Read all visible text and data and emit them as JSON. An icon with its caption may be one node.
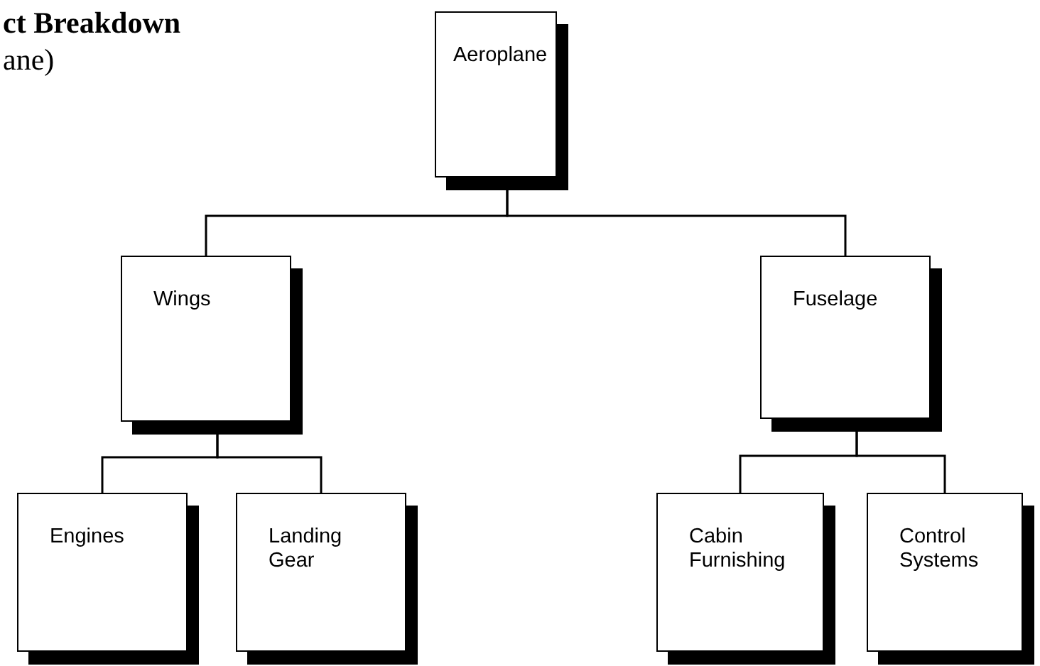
{
  "diagram": {
    "title": "ct Breakdown",
    "nodes": [
      {
        "text": [
          "Aeroplane"
        ]
      },
      {
        "text": [
          "Wings"
        ]
      },
      {
        "text": [
          "Fuselage"
        ]
      },
      {
        "text": [
          "Engines"
        ]
      },
      {
        "text": [
          "Landing Gear"
        ]
      },
      {
        "text": [
          "Cabin Furnishing"
        ]
      },
      {
        "text": [
          "Control Systems"
        ]
      }
    ],
    "edges": [
      {
        "from": 0,
        "to": 1,
        "arrow": "none"
      },
      {
        "from": 0,
        "to": 2,
        "arrow": "none"
      },
      {
        "from": 1,
        "to": 3,
        "arrow": "none"
      },
      {
        "from": 1,
        "to": 4,
        "arrow": "none"
      },
      {
        "from": 2,
        "to": 5,
        "arrow": "none"
      },
      {
        "from": 2,
        "to": 6,
        "arrow": "none"
      }
    ],
    "labels": [
      "ane)"
    ]
  }
}
